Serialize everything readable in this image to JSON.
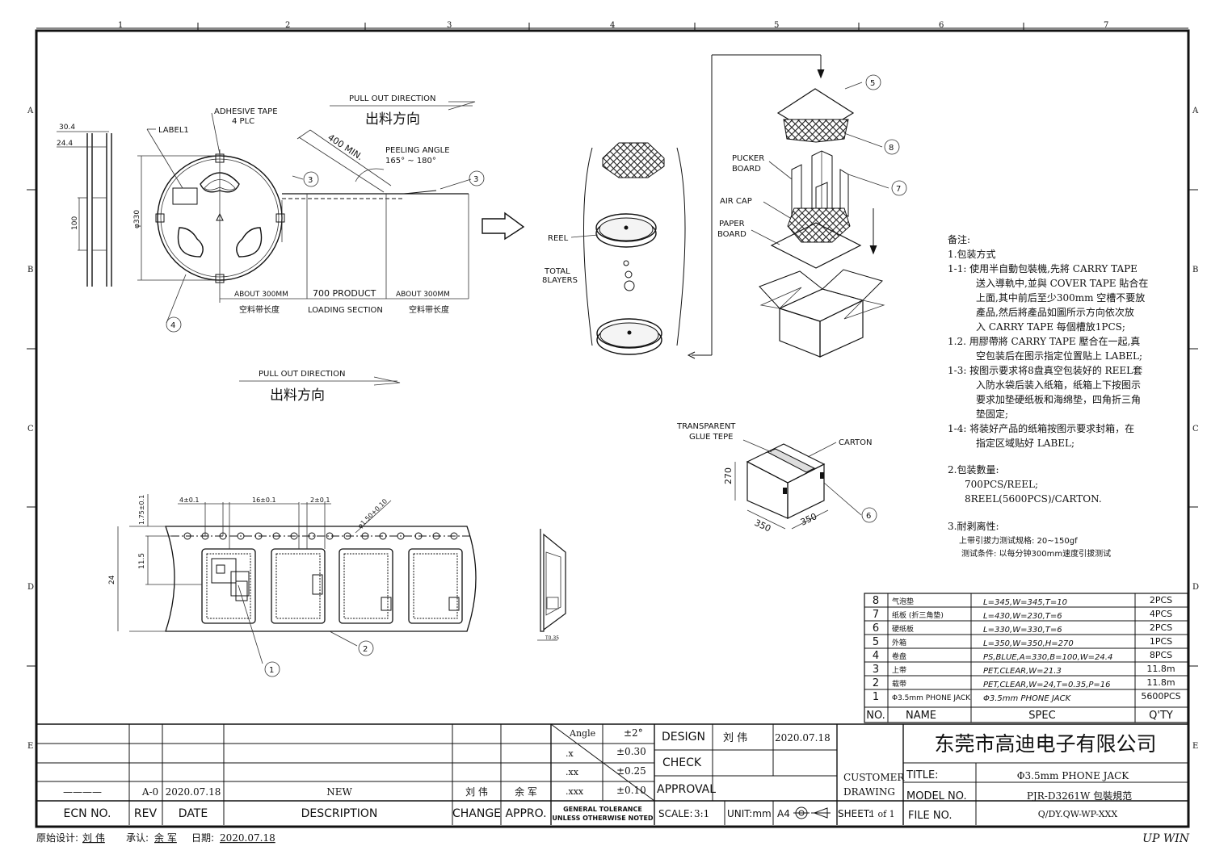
{
  "frame": {
    "col_labels": [
      "1",
      "2",
      "3",
      "4",
      "5",
      "6",
      "7"
    ],
    "row_labels": [
      "A",
      "B",
      "C",
      "D",
      "E"
    ],
    "corner_text": "UP WIN",
    "footer_designer_label": "原始设计:",
    "footer_designer": "刘 伟",
    "footer_approve_label": "承认:",
    "footer_approver": "余 军",
    "footer_date_label": "日期:",
    "footer_date": "2020.07.18"
  },
  "drawing": {
    "pull_out_1": "PULL OUT DIRECTION",
    "pull_out_cn_1": "出料方向",
    "pull_out_2": "PULL OUT DIRECTION",
    "pull_out_cn_2": "出料方向",
    "adhesive_tape": "ADHESIVE TAPE",
    "four_plc": "4 PLC",
    "label1": "LABEL1",
    "dim_30_4": "30.4",
    "dim_24_4": "24.4",
    "dim_100": "100",
    "dim_phi330": "φ330",
    "dim_400": "400 MIN.",
    "peeling_angle": "PEELING ANGLE",
    "peeling_value": "165° ~ 180°",
    "about_300_a": "ABOUT 300MM",
    "about_300_b": "ABOUT 300MM",
    "product_700": "700 PRODUCT",
    "empty_a": "空料带长度",
    "loading_section": "LOADING SECTION",
    "empty_b": "空料带长度",
    "reel": "REEL",
    "total": "TOTAL",
    "eight_layers": "8LAYERS",
    "pucker_board_1": "PUCKER",
    "pucker_board_2": "BOARD",
    "air_cap": "AIR CAP",
    "paper_board_1": "PAPER",
    "paper_board_2": "BOARD",
    "transparent_1": "TRANSPARENT",
    "transparent_2": "GLUE TEPE",
    "carton": "CARTON",
    "dim_270": "270",
    "dim_350_a": "350",
    "dim_350_b": "350",
    "tape_dim_4": "4±0.1",
    "tape_dim_16": "16±0.1",
    "tape_dim_2": "2±0.1",
    "tape_dim_hole": "φ1.50+0.10",
    "tape_dim_175": "1.75±0.1",
    "tape_dim_115": "11.5",
    "tape_dim_24": "24",
    "tape_dim_t": "T0.35",
    "callouts": [
      "1",
      "2",
      "3",
      "3",
      "4",
      "5",
      "6",
      "7",
      "8"
    ]
  },
  "notes": {
    "title": "备注:",
    "lines": [
      "1.包装方式",
      "1-1: 使用半自動包裝機,先將 CARRY TAPE",
      "送入導軌中,並與 COVER TAPE 貼合在",
      "上面,其中前后至少300mm 空槽不要放",
      "產品,然后將產品如圖所示方向依次放",
      "入 CARRY TAPE 每個槽放1PCS;",
      "1.2. 用膠帶將 CARRY TAPE 壓合在一起,真",
      "空包装后在图示指定位置贴上 LABEL;",
      "1-3: 按图示要求将8盘真空包装好的 REEL套",
      "入防水袋后装入纸箱，纸箱上下按图示",
      "要求加垫硬纸板和海绵垫，四角折三角",
      "垫固定;",
      "1-4: 将装好产品的纸箱按图示要求封箱，在",
      "指定区域贴好 LABEL;",
      "2.包装數量:",
      "700PCS/REEL;",
      "8REEL(5600PCS)/CARTON.",
      "3.耐剥离性:",
      "上带引拔力测试规格: 20~150gf",
      "测试条件: 以每分钟300mm速度引拔测试"
    ]
  },
  "bom": {
    "headers": [
      "NO.",
      "NAME",
      "SPEC",
      "Q'TY"
    ],
    "rows": [
      {
        "no": "8",
        "name": "气泡垫",
        "spec": "L=345,W=345,T=10",
        "qty": "2PCS"
      },
      {
        "no": "7",
        "name": "纸板 (折三角垫)",
        "spec": "L=430,W=230,T=6",
        "qty": "4PCS"
      },
      {
        "no": "6",
        "name": "硬纸板",
        "spec": "L=330,W=330,T=6",
        "qty": "2PCS"
      },
      {
        "no": "5",
        "name": "外箱",
        "spec": "L=350,W=350,H=270",
        "qty": "1PCS"
      },
      {
        "no": "4",
        "name": "卷盘",
        "spec": "PS,BLUE,A=330,B=100,W=24.4",
        "qty": "8PCS"
      },
      {
        "no": "3",
        "name": "上带",
        "spec": "PET,CLEAR,W=21.3",
        "qty": "11.8m"
      },
      {
        "no": "2",
        "name": "载带",
        "spec": "PET,CLEAR,W=24,T=0.35,P=16",
        "qty": "11.8m"
      },
      {
        "no": "1",
        "name": "Φ3.5mm PHONE JACK",
        "spec": "Φ3.5mm PHONE JACK",
        "qty": "5600PCS"
      }
    ]
  },
  "titleblock": {
    "rev_headers": [
      "ECN NO.",
      "REV",
      "DATE",
      "DESCRIPTION",
      "CHANGE",
      "APPRO."
    ],
    "rev_row": {
      "ecn": "————",
      "rev": "A-0",
      "date": "2020.07.18",
      "desc": "NEW",
      "change": "刘 伟",
      "appro": "余 军"
    },
    "tol_angle": "Angle",
    "tol_angle_v": "±2°",
    "tol_x": ".x",
    "tol_x_v": "±0.30",
    "tol_xx": ".xx",
    "tol_xx_v": "±0.25",
    "tol_xxx": ".xxx",
    "tol_xxx_v": "±0.10",
    "general_tol_1": "GENERAL TOLERANCE",
    "general_tol_2": "UNLESS OTHERWISE NOTED",
    "design_label": "DESIGN",
    "design_name": "刘 伟",
    "design_date": "2020.07.18",
    "check_label": "CHECK",
    "approval_label": "APPROVAL",
    "scale_label": "SCALE:",
    "scale_value": "3:1",
    "unit_label": "UNIT:mm",
    "paper": "A4",
    "sheet_label": "SHEET:",
    "sheet_value": "1 of 1",
    "customer_1": "CUSTOMER",
    "customer_2": "DRAWING",
    "company": "东莞市高迪电子有限公司",
    "title_label": "TITLE:",
    "title_value": "Φ3.5mm PHONE JACK",
    "model_label": "MODEL NO.",
    "model_value": "PJR-D3261W 包裝規范",
    "file_label": "FILE NO.",
    "file_value": "Q/DY.QW-WP-XXX"
  }
}
